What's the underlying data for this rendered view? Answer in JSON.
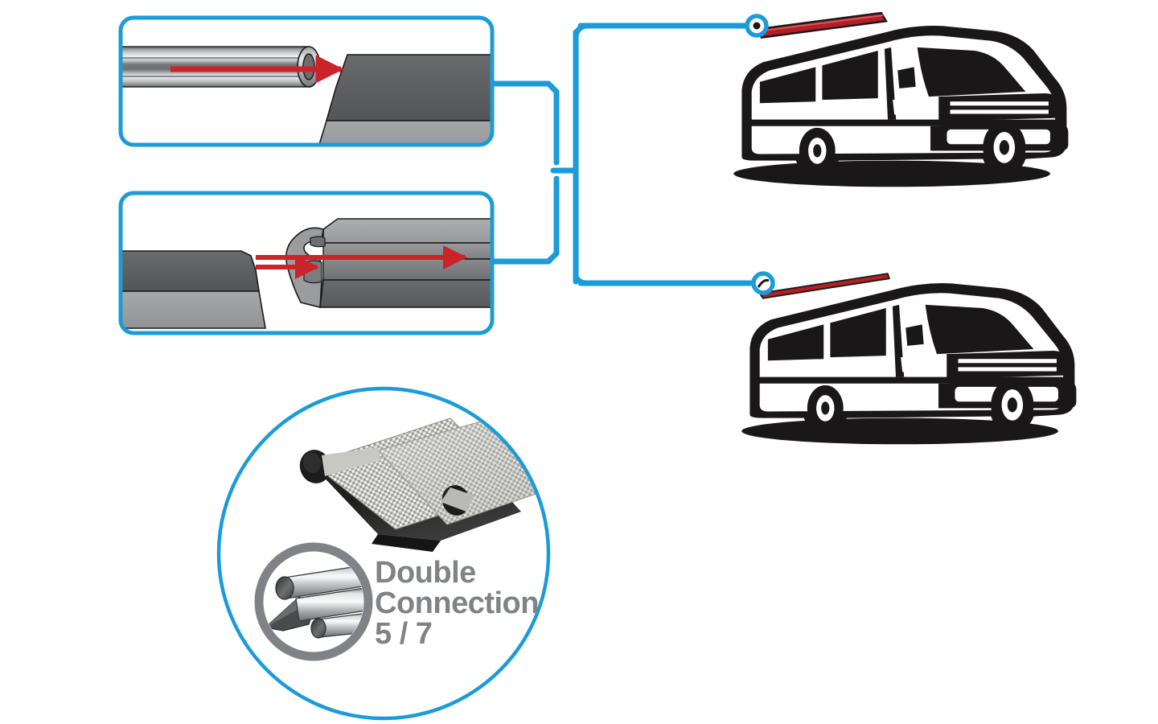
{
  "diagram": {
    "title": "Awning Rail Double Connection",
    "colors": {
      "connector_blue": "#1B9BD8",
      "arrow_red": "#CC2229",
      "rail_red": "#B02025",
      "vehicle_black": "#1A1718",
      "badge_grey": "#808285",
      "profile_dark_grey": "#5A5B5D",
      "profile_mid_grey": "#9C9D9F",
      "background": "#FFFFFF"
    },
    "panels": [
      {
        "id": "panel-tube-insertion",
        "name": "Round tube sliding into channel",
        "arrow_count": 1,
        "arrow_direction": "right",
        "description": "Round kedder tube inserted into rail channel"
      },
      {
        "id": "panel-rail-insertion",
        "name": "Profile sliding into awning rail",
        "arrow_count": 2,
        "arrow_direction": "right",
        "description": "Double kedder profile inserted into awning rail groove"
      }
    ],
    "vehicles": [
      {
        "id": "van-top",
        "name": "Camper van with raised awning rail",
        "rail_style": "raised",
        "connector": "ring"
      },
      {
        "id": "van-bottom",
        "name": "Camper van with flush awning rail",
        "rail_style": "flush",
        "connector": "ring"
      }
    ],
    "feature_circle": {
      "id": "double-connection-feature",
      "label_line_1": "Double",
      "label_line_2": "Connection",
      "label_line_3": "5 / 7",
      "badge_name": "double-keder-rod-icon",
      "fabric_name": "awning-fabric-keder-photo"
    }
  }
}
